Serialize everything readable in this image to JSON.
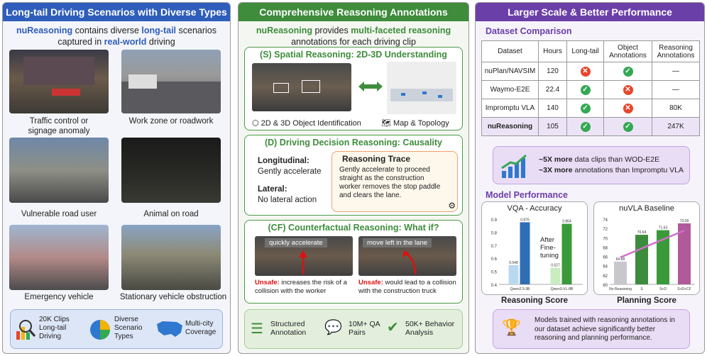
{
  "p1": {
    "title": "Long-tail Driving Scenarios with Diverse Types",
    "intro_a": "nuReasoning",
    "intro_b": " contains diverse ",
    "intro_c": "long-tail",
    "intro_d": " scenarios",
    "intro_e": "captured in ",
    "intro_f": "real-world",
    "intro_g": " driving",
    "caps": [
      "Traffic control or\nsignage anomaly",
      "Work zone or roadwork",
      "Vulnerable road user",
      "Animal on road",
      "Emergency vehicle",
      "Stationary vehicle obstruction"
    ],
    "stats": [
      "20K Clips\nLong-tail\nDriving",
      "Diverse\nScenario\nTypes",
      "Multi-city\nCoverage"
    ]
  },
  "p2": {
    "title": "Comprehensive Reasoning Annotations",
    "intro_a": "nuReasoning",
    "intro_b": " provides ",
    "intro_c": "multi-faceted reasoning",
    "intro_d": "annotations for each driving clip",
    "s_title": "(S) Spatial Reasoning: 2D-3D Understanding",
    "s_a": "2D & 3D Object Identification",
    "s_b": "Map & Topology",
    "d_title": "(D) Driving Decision Reasoning: Causality",
    "d_long": "Longitudinal:",
    "d_long_v": "Gently accelerate",
    "d_lat": "Lateral:",
    "d_lat_v": "No lateral action",
    "trace_title": "Reasoning Trace",
    "trace": "Gently accelerate to proceed straight as the construction worker removes the stop paddle and clears the lane.",
    "cf_title": "(CF) Counterfactual Reasoning: What if?",
    "cf_a": "quickly accelerate",
    "cf_b": "move left in the lane",
    "unsafe": "Unsafe:",
    "cf_a_txt": " increases the risk of a collision with the worker",
    "cf_b_txt": " would lead to a collision with the construction truck",
    "stats": [
      "Structured\nAnnotation",
      "10M+ QA\nPairs",
      "50K+ Behavior\nAnalysis"
    ]
  },
  "p3": {
    "title": "Larger Scale & Better Performance",
    "dc": "Dataset Comparison",
    "cols": [
      "Dataset",
      "Hours",
      "Long-tail",
      "Object\nAnnotations",
      "Reasoning\nAnnotations"
    ],
    "rows": [
      [
        "nuPlan/NAVSIM",
        "120",
        "no",
        "ok",
        "—"
      ],
      [
        "Waymo-E2E",
        "22.4",
        "ok",
        "no",
        "—"
      ],
      [
        "Impromptu VLA",
        "140",
        "ok",
        "no",
        "80K"
      ],
      [
        "nuReasoning",
        "105",
        "ok",
        "ok",
        "247K"
      ]
    ],
    "more1": "~5X more",
    "more1b": " data clips than WOD-E2E",
    "more2": "~3X more",
    "more2b": " annotations than Impromptu VLA",
    "mp": "Model Performance",
    "vqa_title": "VQA - Accuracy",
    "vla_title": "nuVLA Baseline",
    "after": "After\nFine-\ntuning",
    "rs": "Reasoning Score",
    "ps": "Planning Score",
    "summary": "Models trained with reasoning annotations in our dataset achieve significantly better reasoning and planning performance."
  },
  "chart_data": [
    {
      "type": "bar",
      "title": "VQA - Accuracy",
      "categories": [
        "Qwen2.5-3B",
        "Qwen3-VL-8B"
      ],
      "ylim": [
        0.4,
        0.9
      ],
      "yticks": [
        0.4,
        0.5,
        0.6,
        0.7,
        0.8,
        0.9
      ],
      "series": [
        {
          "values": [
            0.548,
            0.527
          ]
        },
        {
          "values": [
            0.876,
            0.864
          ]
        }
      ],
      "labels": [
        [
          "0.548",
          "0.876"
        ],
        [
          "0.527",
          "0.864"
        ]
      ]
    },
    {
      "type": "bar",
      "title": "nuVLA Baseline",
      "categories": [
        "No Reasoning",
        "S",
        "S+D",
        "S+D+CF"
      ],
      "ylim": [
        60,
        74
      ],
      "yticks": [
        60,
        62,
        64,
        66,
        68,
        70,
        72,
        74
      ],
      "values": [
        64.88,
        70.64,
        71.63,
        73.09
      ],
      "labels": [
        "64.88",
        "70.64",
        "71.63",
        "73.09"
      ]
    }
  ],
  "colors": {
    "blue": "#2f5dbb",
    "green": "#3e8c3c",
    "purple": "#6b3fa8"
  }
}
